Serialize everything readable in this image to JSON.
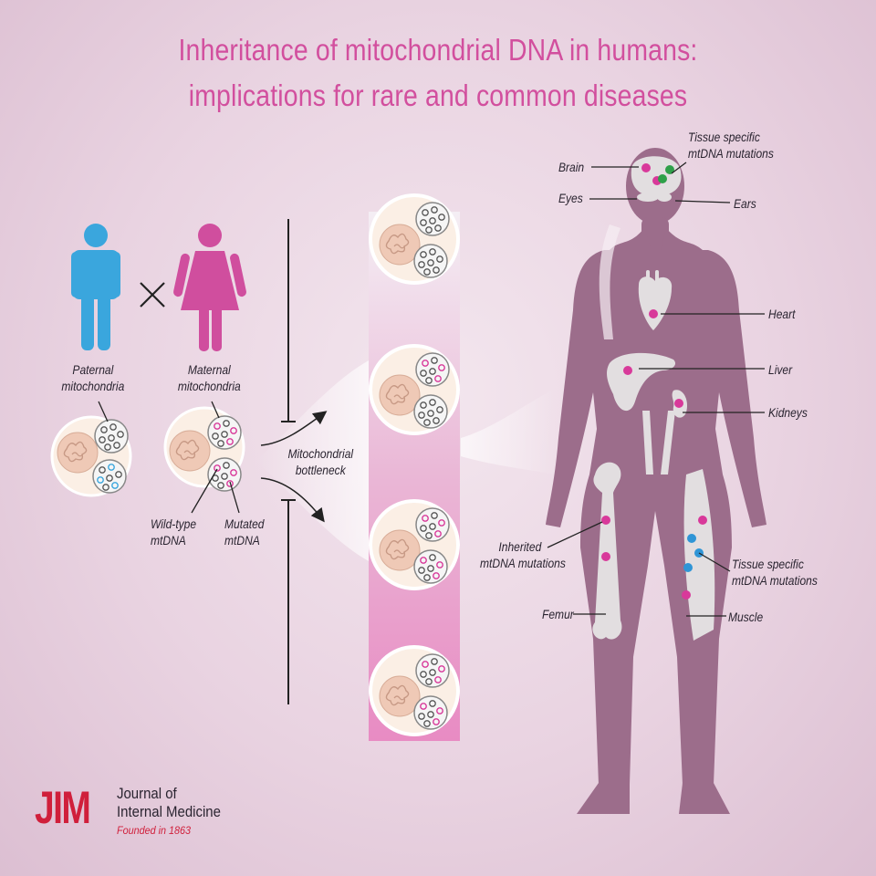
{
  "title": {
    "line1": "Inheritance of mitochondrial DNA in humans:",
    "line2": "implications for rare and common diseases"
  },
  "parents": {
    "cross_symbol": "×",
    "paternal_line1": "Paternal",
    "paternal_line2": "mitochondria",
    "maternal_line1": "Maternal",
    "maternal_line2": "mitochondria",
    "wildtype_line1": "Wild-type",
    "wildtype_line2": "mtDNA",
    "mutated_line1": "Mutated",
    "mutated_line2": "mtDNA",
    "colors": {
      "male": "#3aa6dd",
      "female": "#d04e9e"
    }
  },
  "bottleneck": {
    "line1": "Mitochondrial",
    "line2": "bottleneck"
  },
  "body_labels": {
    "brain": "Brain",
    "tissue_specific_top_line1": "Tissue specific",
    "tissue_specific_top_line2": "mtDNA mutations",
    "eyes": "Eyes",
    "ears": "Ears",
    "heart": "Heart",
    "liver": "Liver",
    "kidneys": "Kidneys",
    "inherited_line1": "Inherited",
    "inherited_line2": "mtDNA mutations",
    "tissue_specific_bottom_line1": "Tissue specific",
    "tissue_specific_bottom_line2": "mtDNA mutations",
    "femur": "Femur",
    "muscle": "Muscle",
    "colors": {
      "body": "#9c6d8b",
      "organ": "#e2dee0",
      "mutation_pink": "#d8399a",
      "mutation_green": "#2ea049",
      "mutation_blue": "#2f95d6"
    }
  },
  "journal": {
    "logo": "JIM",
    "name_line1": "Journal of",
    "name_line2": "Internal Medicine",
    "founded": "Founded in 1863",
    "brand_color": "#d01f3b"
  }
}
